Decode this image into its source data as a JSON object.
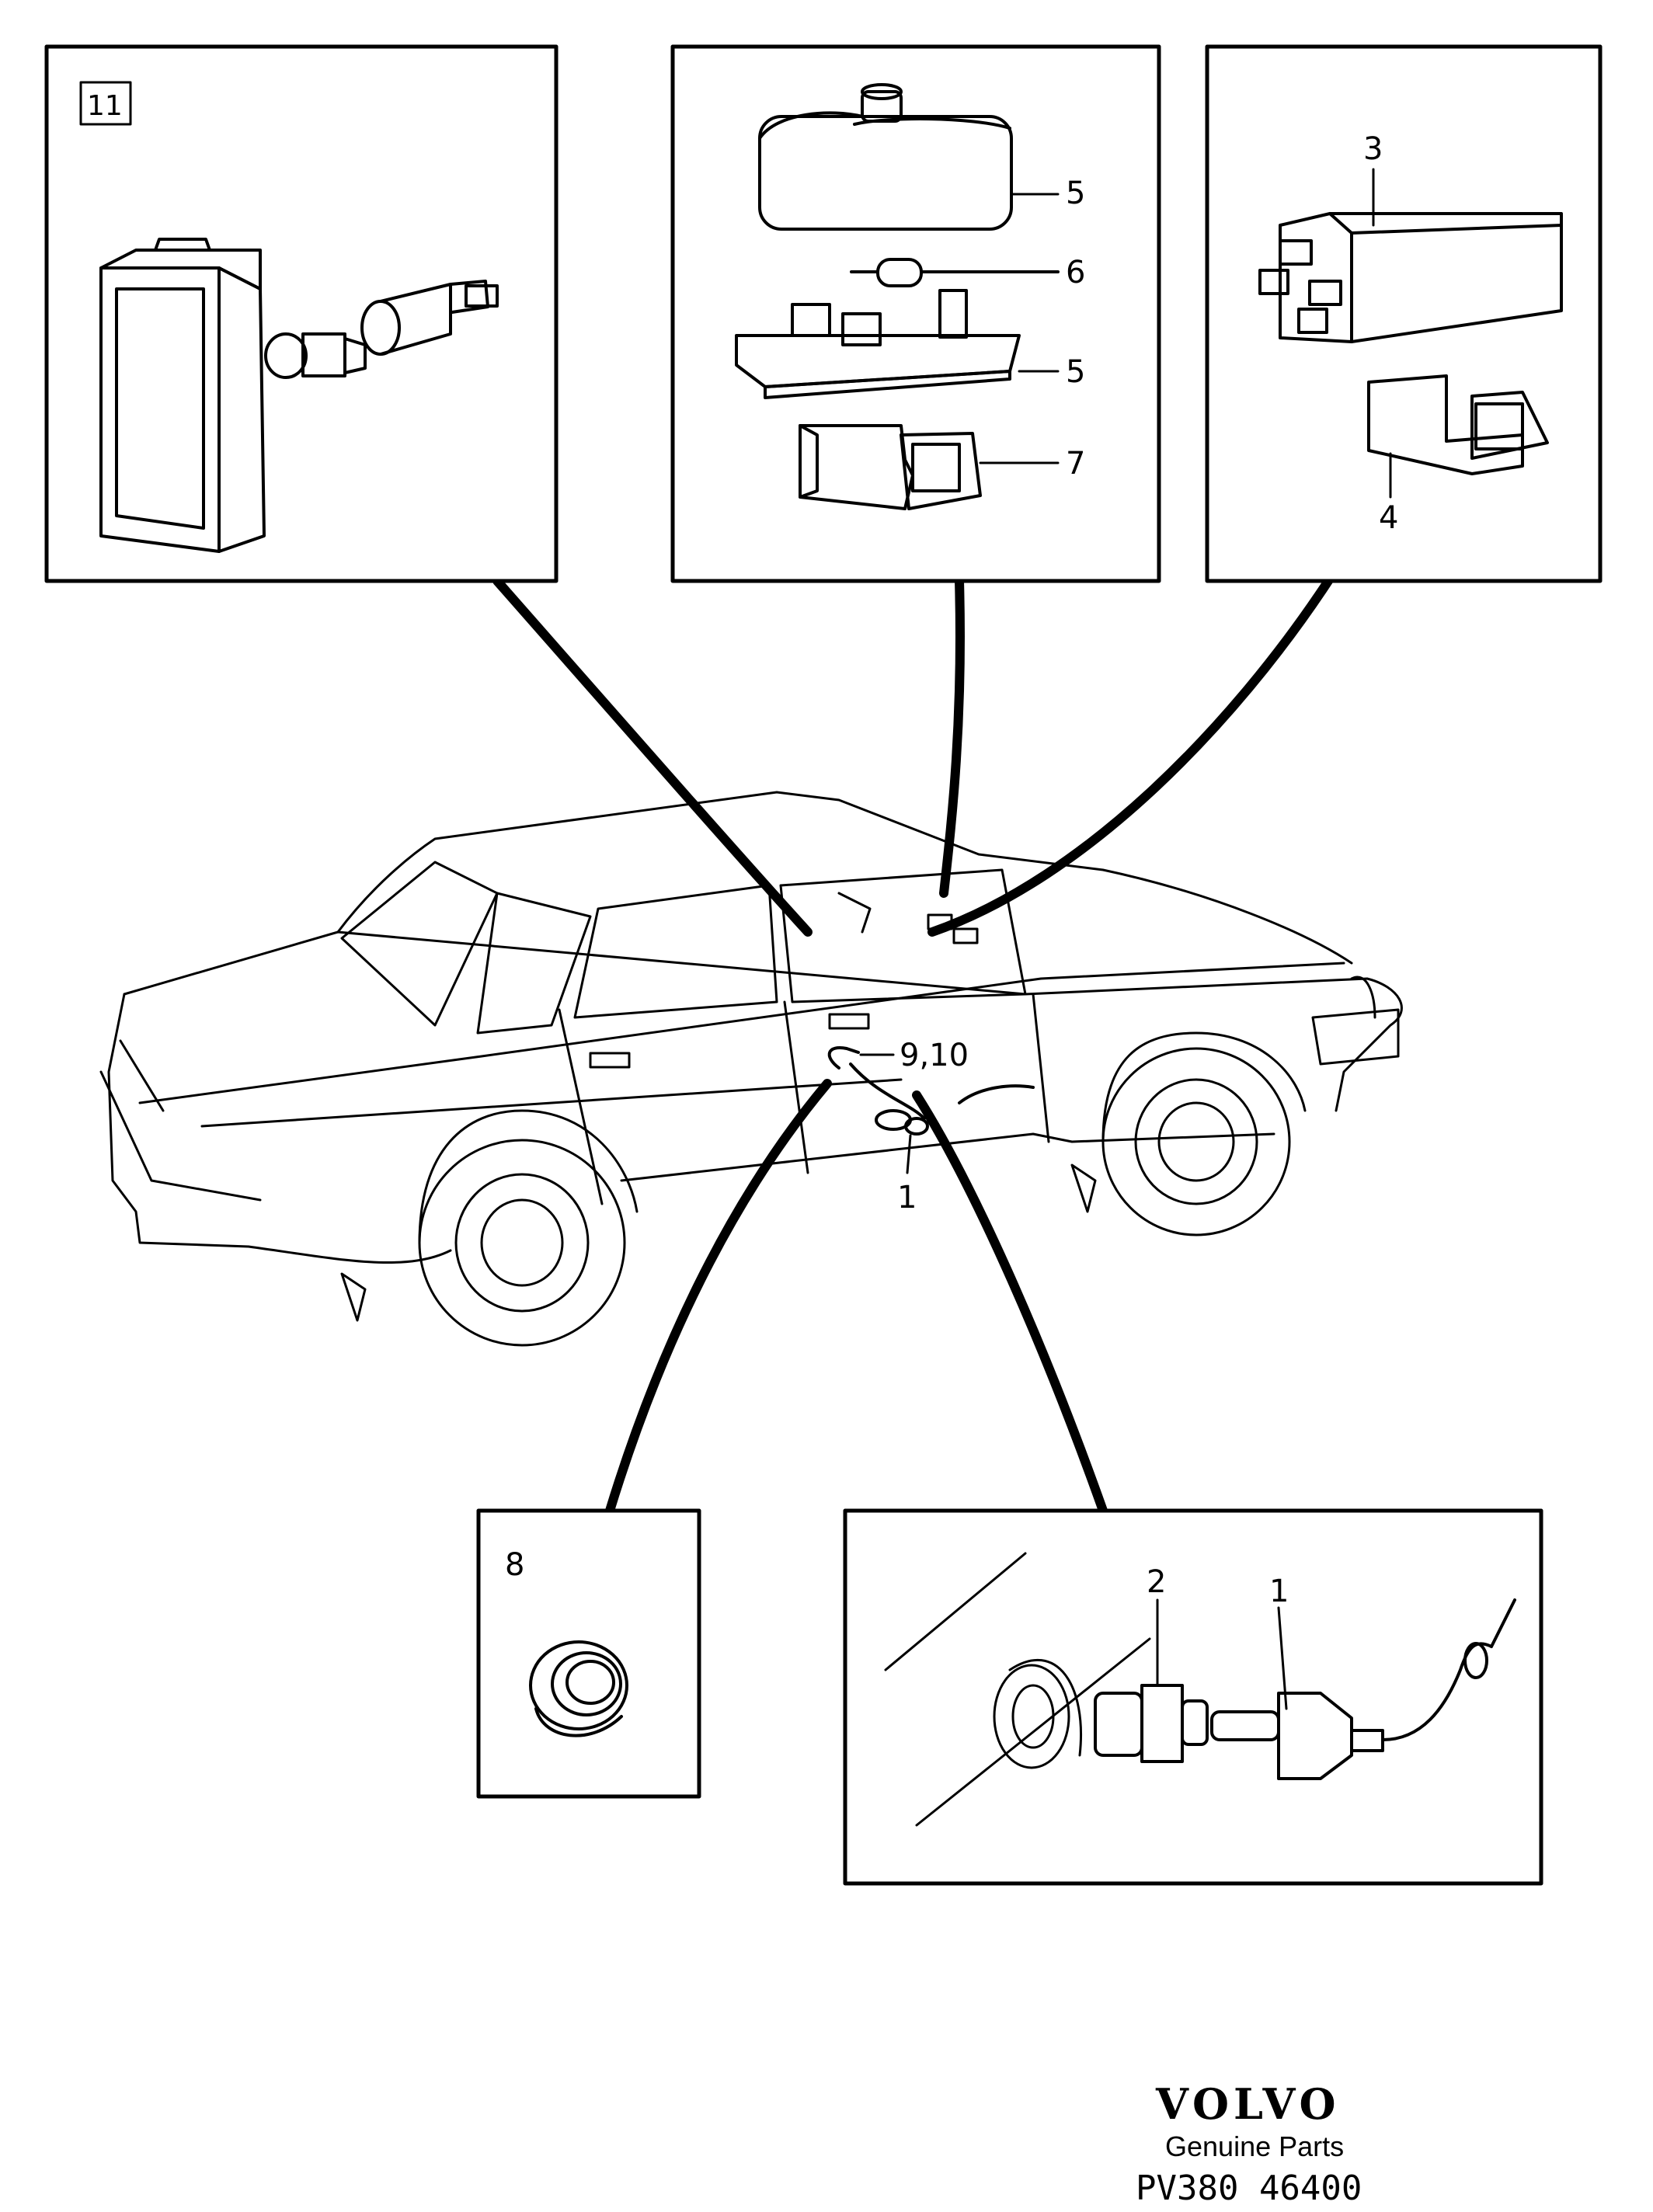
{
  "callouts": {
    "panel_top_left_ref": "11",
    "fluid_tank": "5",
    "cylinder_part": "6",
    "bracket_plate": "5",
    "holder_clip": "7",
    "relay": "3",
    "relay_holder": "4",
    "wiring": "9,10",
    "door_sender": "1",
    "grommet": "8",
    "adapter_nipple": "2",
    "sensor": "1"
  },
  "brand": {
    "name": "VOLVO",
    "tagline": "Genuine Parts",
    "ref_code": "PV380 46400"
  }
}
